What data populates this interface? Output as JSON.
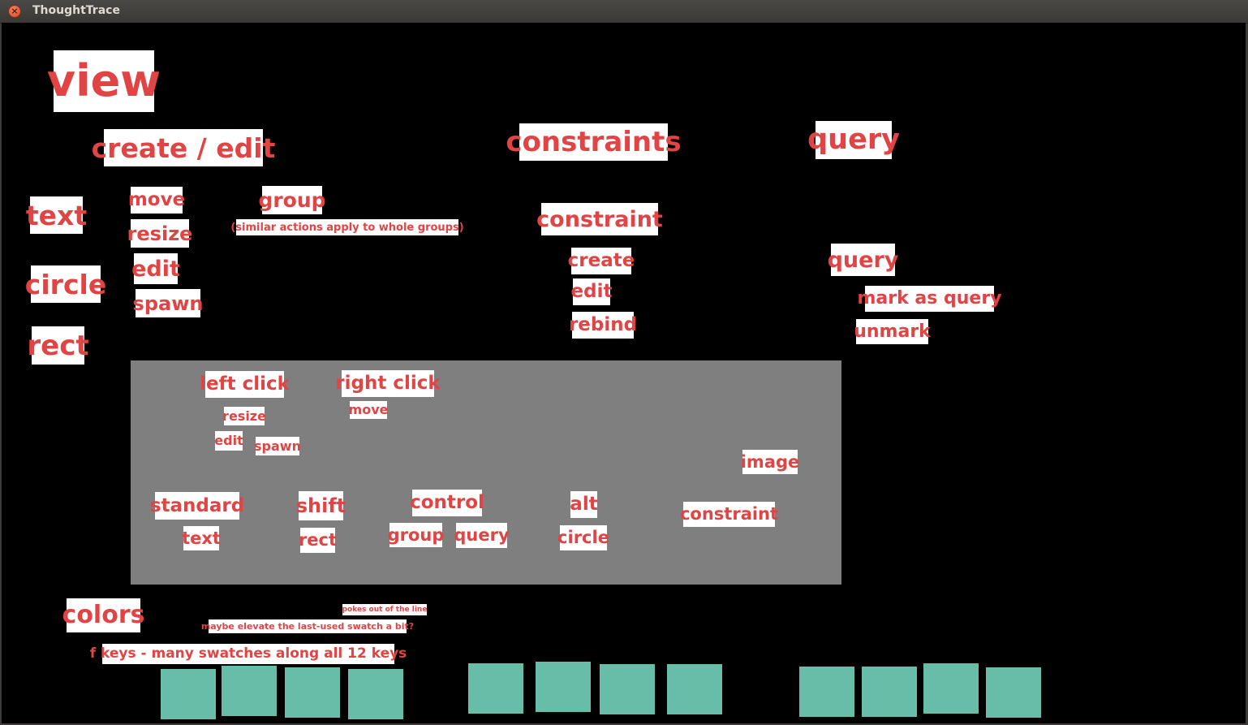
{
  "window": {
    "title": "ThoughtTrace",
    "close_glyph": "×"
  },
  "colors": {
    "label_text": "#e04444",
    "label_bg": "#ffffff",
    "canvas_bg": "#000000",
    "panel_bg": "#7f7f7f",
    "swatch": "#68bda8"
  },
  "labels": {
    "view": "view",
    "create_edit": "create / edit",
    "constraints": "constraints",
    "query_heading": "query",
    "text": "text",
    "circle": "circle",
    "rect": "rect",
    "move": "move",
    "resize": "resize",
    "edit": "edit",
    "spawn": "spawn",
    "group": "group",
    "group_note": "(similar actions apply to whole groups)",
    "constraint": "constraint",
    "c_create": "create",
    "c_edit": "edit",
    "c_rebind": "rebind",
    "query": "query",
    "mark_as_query": "mark as query",
    "unmark": "unmark",
    "colors": "colors",
    "note_pokes": "pokes out of the line",
    "note_elevate": "maybe elevate the last-used swatch a bit?",
    "fkeys": "f keys - many swatches along all 12 keys"
  },
  "panel": {
    "left_click": "left click",
    "lc_resize": "resize",
    "lc_edit": "edit",
    "lc_spawn": "spawn",
    "right_click": "right click",
    "rc_move": "move",
    "image": "image",
    "standard": "standard",
    "standard_text": "text",
    "shift": "shift",
    "shift_rect": "rect",
    "control": "control",
    "control_group": "group",
    "control_query": "query",
    "alt": "alt",
    "alt_circle": "circle",
    "constraint": "constraint"
  },
  "swatches": [
    "swatch-1",
    "swatch-2",
    "swatch-3",
    "swatch-4",
    "swatch-5",
    "swatch-6",
    "swatch-7",
    "swatch-8",
    "swatch-9",
    "swatch-10",
    "swatch-11",
    "swatch-12"
  ]
}
